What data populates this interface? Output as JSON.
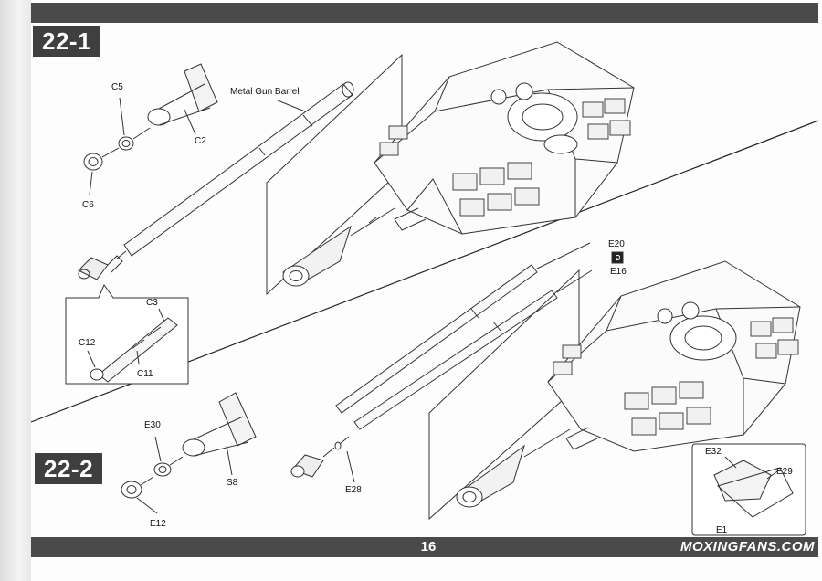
{
  "header": {
    "step_1": "22-1",
    "step_2": "22-2"
  },
  "footer": {
    "page_number": "16",
    "watermark": "MOXINGFANS.COM"
  },
  "step_1": {
    "labels": {
      "c5": "C5",
      "c2": "C2",
      "c6": "C6",
      "barrel": "Metal Gun Barrel"
    },
    "inset_labels": {
      "c3": "C3",
      "c12": "C12",
      "c11": "C11"
    }
  },
  "step_2": {
    "labels": {
      "e20": "E20",
      "e16": "E16",
      "e30": "E30",
      "s8": "S8",
      "e28": "E28",
      "e12": "E12"
    },
    "inset_labels": {
      "e32": "E32",
      "e29": "E29",
      "e1": "E1"
    }
  }
}
